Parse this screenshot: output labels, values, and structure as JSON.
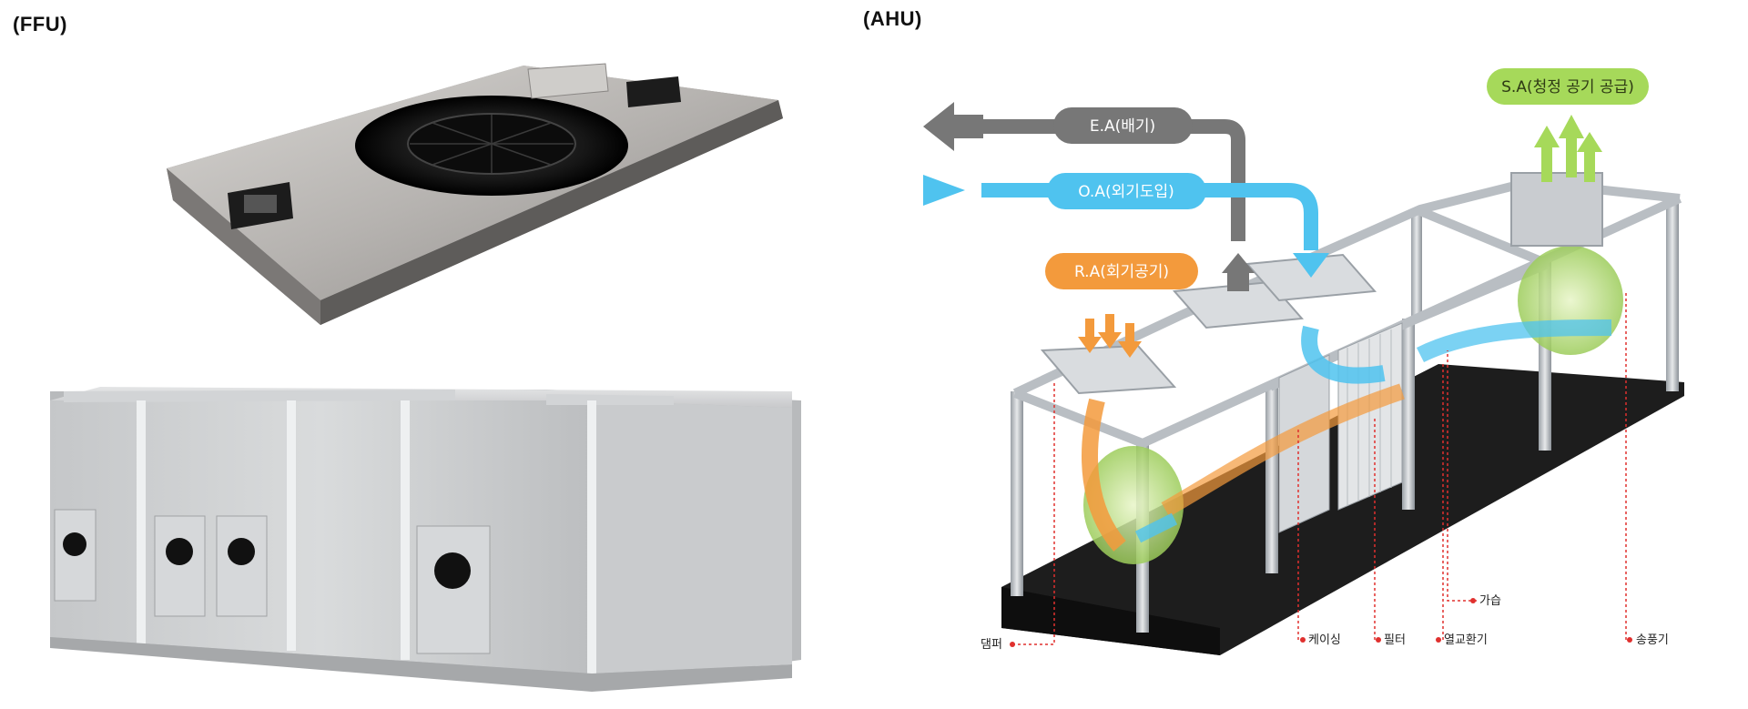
{
  "labels": {
    "ffu": "(FFU)",
    "ahu": "(AHU)"
  },
  "flows": {
    "ea": "E.A(배기)",
    "oa": "O.A(외기도입)",
    "ra": "R.A(회기공기)",
    "sa": "S.A(청정 공기 공급)"
  },
  "parts": {
    "damper": "댐퍼",
    "coil": "케이싱",
    "filter": "필터",
    "heat_exchanger": "열교환기",
    "humidifier": "가습",
    "blower": "송풍기"
  },
  "colors": {
    "ea": "#777777",
    "oa": "#4fc3ef",
    "ra": "#f39a3c",
    "sa": "#a6d95a",
    "leader": "#e0302e"
  }
}
